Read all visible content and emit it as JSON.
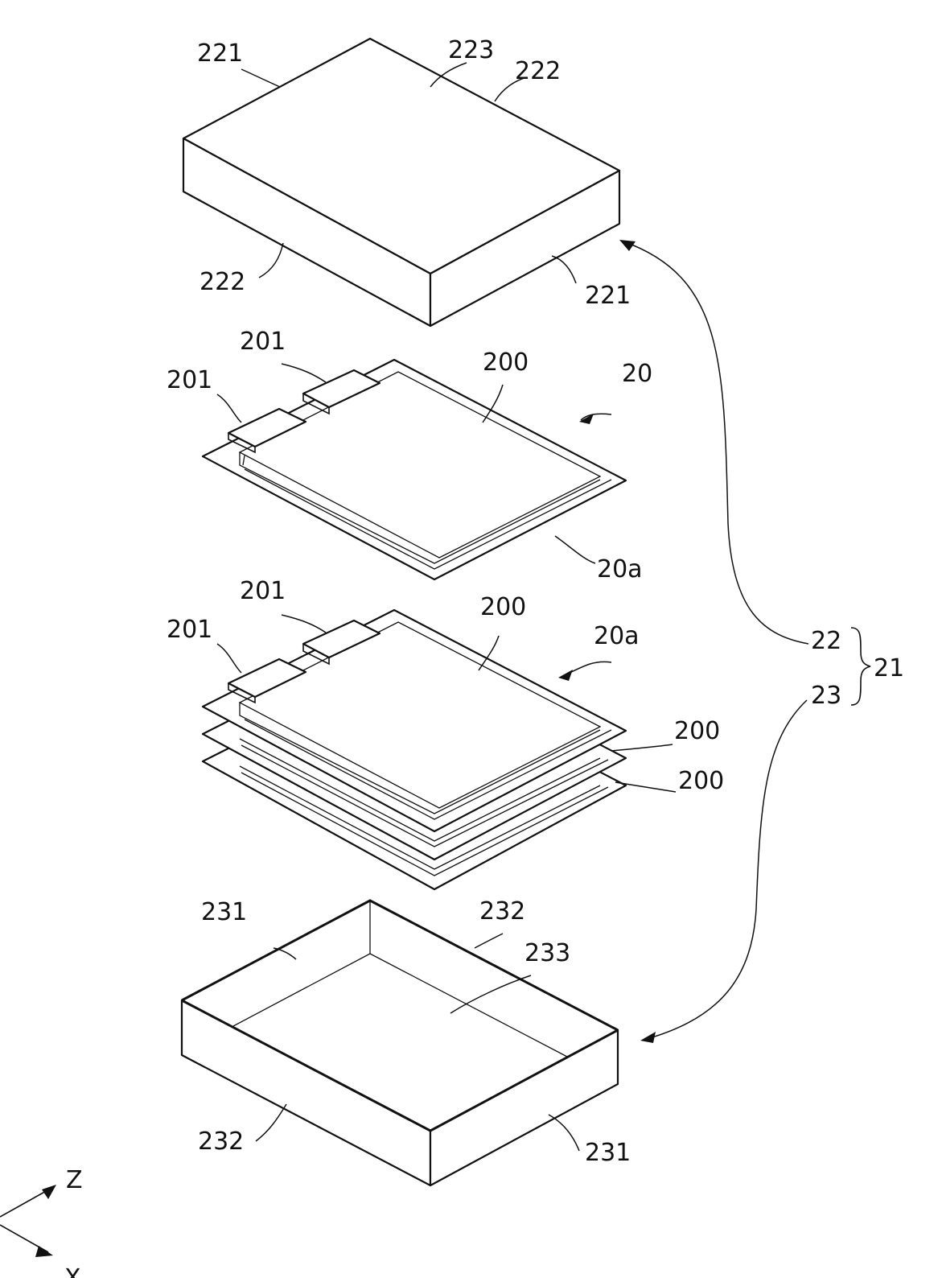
{
  "labels": {
    "top_lid_left_edge": "221",
    "top_lid_top_face": "223",
    "top_lid_right_edge": "222",
    "top_lid_front_left": "222",
    "top_lid_front_right": "221",
    "cell_single_tab_upper": "201",
    "cell_single_tab_lower": "201",
    "cell_single_body": "200",
    "cell_single_assembly": "20",
    "cell_single_group": "20a",
    "cell_stack_tab_upper": "201",
    "cell_stack_tab_lower": "201",
    "cell_stack_body": "200",
    "cell_stack_group": "20a",
    "cell_stack_layer_2": "200",
    "cell_stack_layer_3": "200",
    "casing_upper": "22",
    "casing_lower": "23",
    "casing_assembly": "21",
    "tray_left_edge": "231",
    "tray_right_edge": "232",
    "tray_bottom_face": "233",
    "tray_front_left": "232",
    "tray_front_right": "231",
    "axis_z": "Z",
    "axis_x": "X"
  }
}
